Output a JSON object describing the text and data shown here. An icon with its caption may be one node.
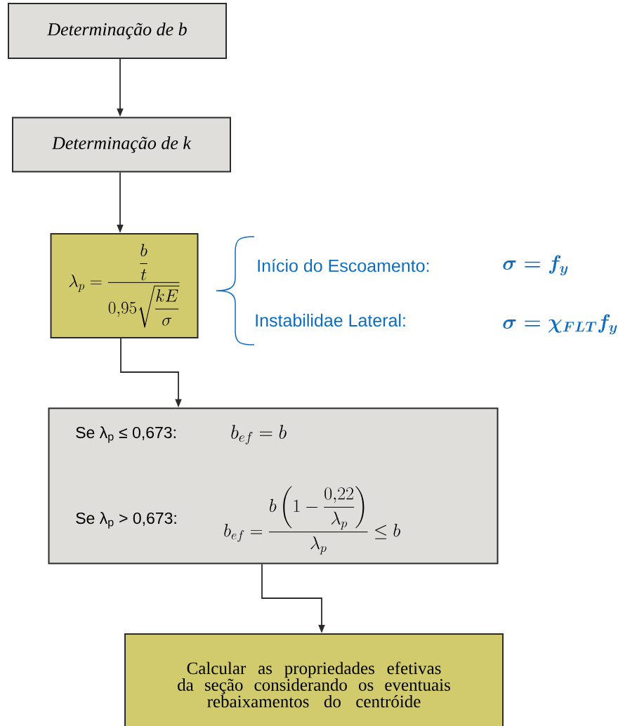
{
  "diagram": {
    "nodes": [
      {
        "text": [
          "Determinação de b"
        ]
      },
      {
        "text": [
          "Determinação de k"
        ]
      },
      {
        "text": [
          "\\lambda_p = \\frac{\\dfrac{b}{t}}{0{,}95\\sqrt{\\dfrac{kE}{\\sigma}}}"
        ],
        "beside": [
          "Início do Escoamento:",
          "Instabilidae Lateral:"
        ]
      },
      {
        "text": [
          "Se λ$_{p}$ ≤ 0,673:",
          "b_{ef} = b",
          "Se λ$_{p}$ > 0,673:",
          "b_{ef} = \\frac{b\\left(1-\\dfrac{0{,}22}{\\lambda_p}\\right)}{\\lambda_p} \\leq b"
        ]
      },
      {
        "text": [
          "Calcular as propriedades efetivas da seção considerando os eventuais rebaixamentos do centróide"
        ]
      }
    ],
    "edges": [
      {
        "from": 0,
        "to": 1,
        "arrow": "to"
      },
      {
        "from": 1,
        "to": 2,
        "arrow": "to"
      },
      {
        "from": 2,
        "to": 3,
        "arrow": "to"
      },
      {
        "from": 3,
        "to": 4,
        "arrow": "to"
      }
    ],
    "labels": [
      "\\boldsymbol{\\sigma = f_y}",
      "\\boldsymbol{\\sigma = \\chi_{FLT} f_y}"
    ]
  }
}
